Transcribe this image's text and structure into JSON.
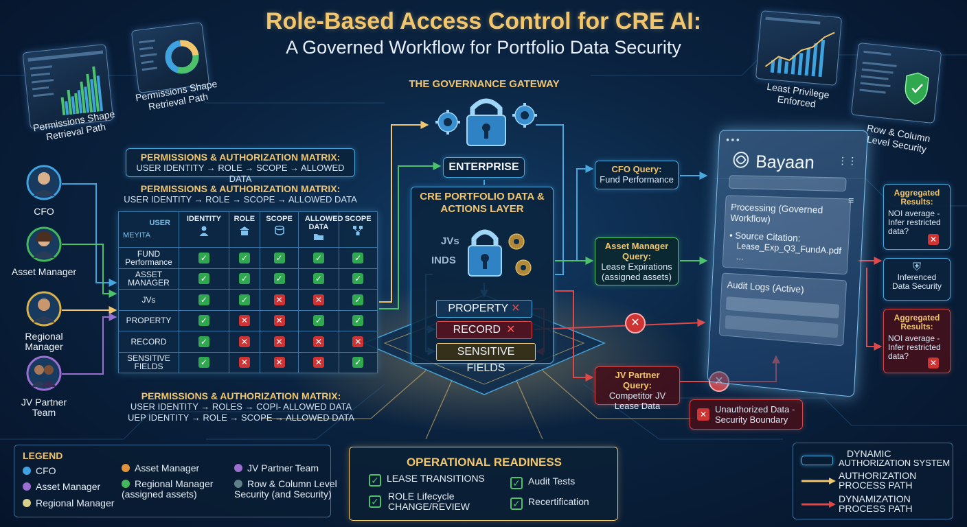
{
  "header": {
    "title": "Role-Based Access Control for CRE AI:",
    "subtitle": "A Governed Workflow for Portfolio Data Security"
  },
  "previews": {
    "left_a_label": "Permissions Shape Retrieval Path",
    "left_b_label": "Permissions Shape Retrieval Path",
    "right_a_label": "Least Privilege Enforced",
    "right_b_label": "Row & Column Level Security"
  },
  "matrix_captions": [
    {
      "heading": "PERMISSIONS & AUTHORIZATION MATRIX:",
      "line1": "USER IDENTITY → ROLE → SCOPE → ALLOWED DATA",
      "line2": ""
    },
    {
      "heading": "PERMISSIONS & AUTHORIZATION MATRIX:",
      "line1": "USER IDENTITY → ROLE → SCOPE → ALLOWED DATA",
      "line2": ""
    },
    {
      "heading": "PERMISSIONS & AUTHORIZATION MATRIX:",
      "line1": "USER IDENTITY → ROLES → COPI- ALLOWED DATA",
      "line2": "UEP IDENTITY → ROLE → SCOPE → ALLOWED DATA"
    }
  ],
  "roles": [
    {
      "label": "CFO",
      "color": "#3fa3e0"
    },
    {
      "label": "Asset Manager",
      "color": "#46b85c"
    },
    {
      "label": "Regional Manager",
      "color": "#d9b24a"
    },
    {
      "label": "JV Partner Team",
      "color": "#9b6fd0"
    }
  ],
  "table": {
    "corner_top": "USER",
    "corner_bottom": "MEYITA",
    "columns": [
      "IDENTITY",
      "ROLE",
      "SCOPE",
      "ALLOWED DATA",
      "SCOPE"
    ],
    "rows": [
      {
        "label": "FUND Performance",
        "cells": [
          "yes",
          "yes",
          "yes",
          "yes",
          "yes"
        ]
      },
      {
        "label": "ASSET MANAGER",
        "cells": [
          "yes",
          "yes",
          "yes",
          "yes",
          "yes"
        ]
      },
      {
        "label": "JVs",
        "cells": [
          "yes",
          "yes",
          "no",
          "no",
          "yes"
        ]
      },
      {
        "label": "PROPERTY",
        "cells": [
          "yes",
          "no",
          "no",
          "yes",
          "yes"
        ]
      },
      {
        "label": "RECORD",
        "cells": [
          "yes",
          "no",
          "no",
          "no",
          "no"
        ]
      },
      {
        "label": "SENSITIVE FIELDS",
        "cells": [
          "yes",
          "no",
          "no",
          "no",
          "yes"
        ]
      }
    ]
  },
  "gateway": {
    "title": "THE GOVERNANCE GATEWAY",
    "enterprise": "ENTERPRISE",
    "layer_title": "CRE PORTFOLIO DATA & ACTIONS LAYER",
    "tag_a": "JVs",
    "tag_b": "INDS",
    "property": "PROPERTY",
    "record": "RECORD",
    "sensitive": "SENSITIVE FIELDS"
  },
  "queries": {
    "cfo_title": "CFO Query:",
    "cfo_text": "Fund Performance",
    "am_title": "Asset Manager Query:",
    "am_text": "Lease Expirations (assigned assets)",
    "jv_title": "JV Partner Query:",
    "jv_text": "Competitor JV Lease Data",
    "unauthorized": "Unauthorized Data - Security Boundary"
  },
  "bayaan": {
    "brand": "Bayaan",
    "processing": "Processing (Governed Workflow)",
    "source_title": "Source Citation:",
    "source_file": "Lease_Exp_Q3_FundA.pdf",
    "ellipsis": "...",
    "audit": "Audit Logs (Active)"
  },
  "results": {
    "top_title": "Aggregated Results:",
    "top_line1": "NOI average -",
    "top_line2": "Infer restricted data?",
    "mid_text": "Inferenced Data Security",
    "bot_title": "Aggregated Results:",
    "bot_line1": "NOI average -",
    "bot_line2": "Infer restricted data?"
  },
  "legend": {
    "title": "LEGEND",
    "items": [
      {
        "label": "CFO",
        "color": "#3fa3e0"
      },
      {
        "label": "Asset Manager",
        "color": "#9b6fd0"
      },
      {
        "label": "Regional Manager",
        "color": "#d8d08a"
      },
      {
        "label": "Asset Manager",
        "color": "#e0933a"
      },
      {
        "label": "Regional Manager (assigned assets)",
        "color": "#46b85c"
      },
      {
        "label": "JV Partner Team",
        "color": "#9b6fd0"
      },
      {
        "label": "Row & Column Level Security (and Security)",
        "color": "#5f7f8a"
      }
    ]
  },
  "ops": {
    "title": "OPERATIONAL READINESS",
    "items": [
      "LEASE TRANSITIONS",
      "Audit Tests",
      "ROLE Lifecycle CHANGE/REVIEW",
      "Recertification"
    ]
  },
  "key": {
    "system": "DYNAMIC AUTHORIZATION SYSTEM",
    "system_line1": "DYNAMIC",
    "system_line2": "AUTHORIZATION SYSTEM",
    "auth_line1": "AUTHORIZATION",
    "auth_line2": "PROCESS PATH",
    "dyn_line1": "DYNAMIZATION",
    "dyn_line2": "PROCESS PATH",
    "auth_color": "#f2c66d",
    "dyn_color": "#e04848"
  },
  "colors": {
    "accent": "#f2c66d",
    "cyan": "#47a8e0",
    "allow": "#2fa84f",
    "deny": "#cf3434"
  }
}
